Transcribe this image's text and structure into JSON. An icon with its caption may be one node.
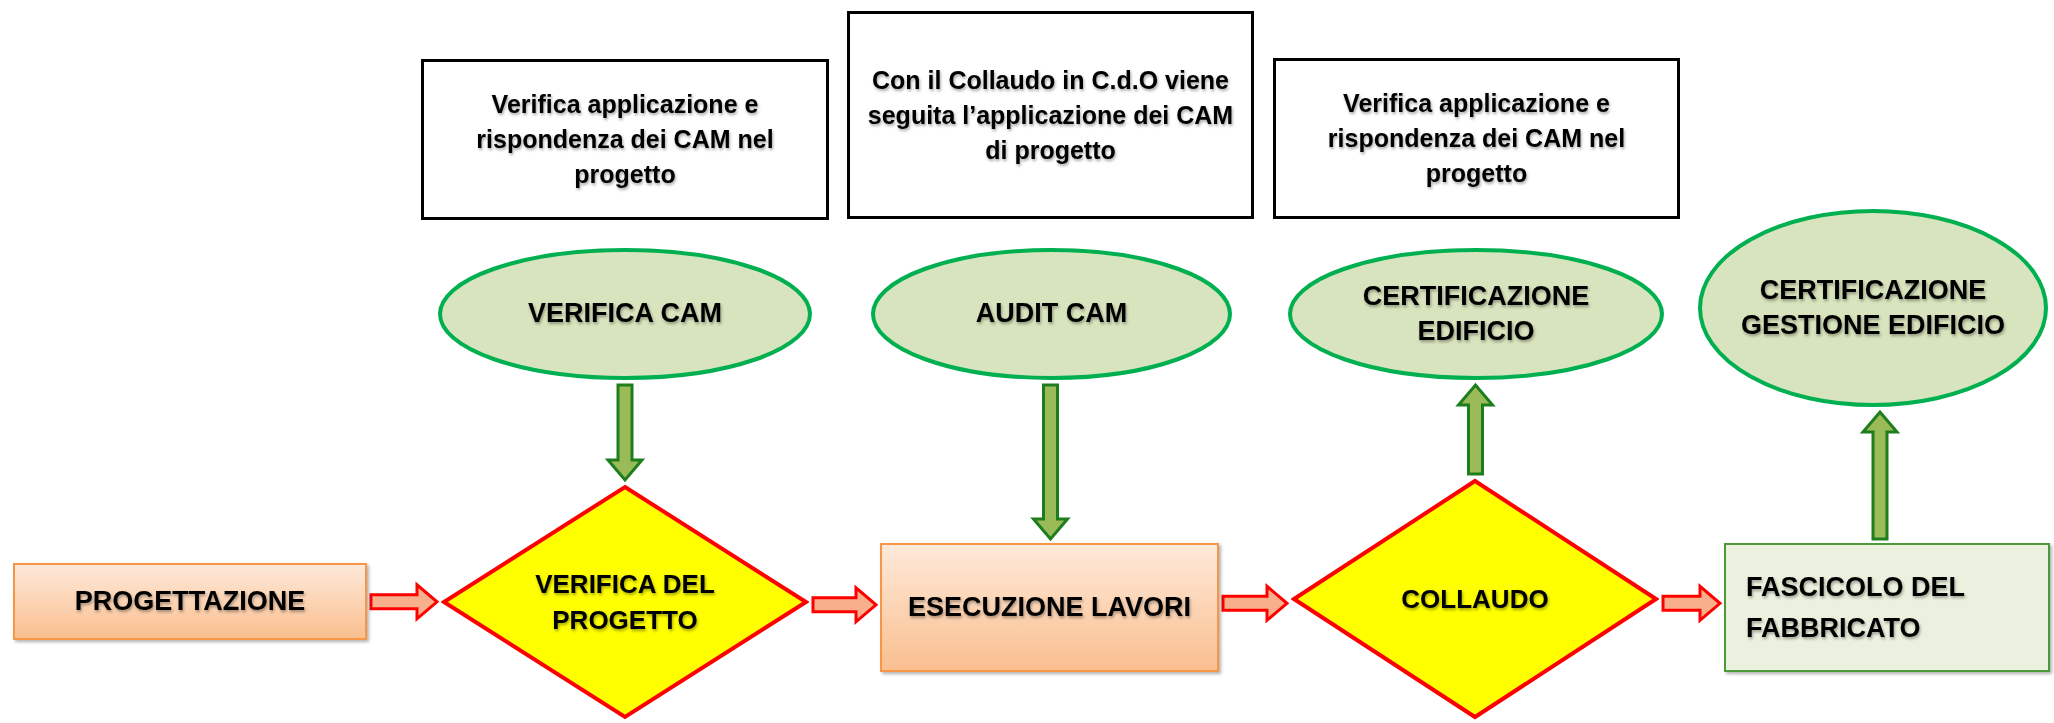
{
  "diagram": {
    "nodes": [
      {
        "text": [
          "Verifica applicazione e rispondenza dei CAM nel progetto"
        ]
      },
      {
        "text": [
          "Con il Collaudo in C.d.O viene seguita l’applicazione dei CAM di progetto"
        ]
      },
      {
        "text": [
          "Verifica applicazione e rispondenza dei CAM nel progetto"
        ]
      },
      {
        "text": [
          "VERIFICA CAM"
        ]
      },
      {
        "text": [
          "AUDIT CAM"
        ]
      },
      {
        "text": [
          "CERTIFICAZIONE EDIFICIO"
        ]
      },
      {
        "text": [
          "CERTIFICAZIONE GESTIONE EDIFICIO"
        ]
      },
      {
        "text": [
          "PROGETTAZIONE"
        ]
      },
      {
        "text": [
          "VERIFICA DEL PROGETTO"
        ]
      },
      {
        "text": [
          "ESECUZIONE LAVORI"
        ]
      },
      {
        "text": [
          "COLLAUDO"
        ]
      },
      {
        "text": [
          "FASCICOLO DEL FABBRICATO"
        ]
      }
    ],
    "edges": [
      {
        "from": 7,
        "to": 8,
        "arrow": "to",
        "color": "#ff0000"
      },
      {
        "from": 8,
        "to": 9,
        "arrow": "to",
        "color": "#ff0000"
      },
      {
        "from": 9,
        "to": 10,
        "arrow": "to",
        "color": "#ff0000"
      },
      {
        "from": 10,
        "to": 11,
        "arrow": "to",
        "color": "#ff0000"
      },
      {
        "from": 3,
        "to": 8,
        "arrow": "to",
        "color": "#1e7e1e"
      },
      {
        "from": 4,
        "to": 9,
        "arrow": "to",
        "color": "#1e7e1e"
      },
      {
        "from": 10,
        "to": 5,
        "arrow": "to",
        "color": "#1e7e1e"
      },
      {
        "from": 11,
        "to": 6,
        "arrow": "to",
        "color": "#1e7e1e"
      }
    ]
  }
}
